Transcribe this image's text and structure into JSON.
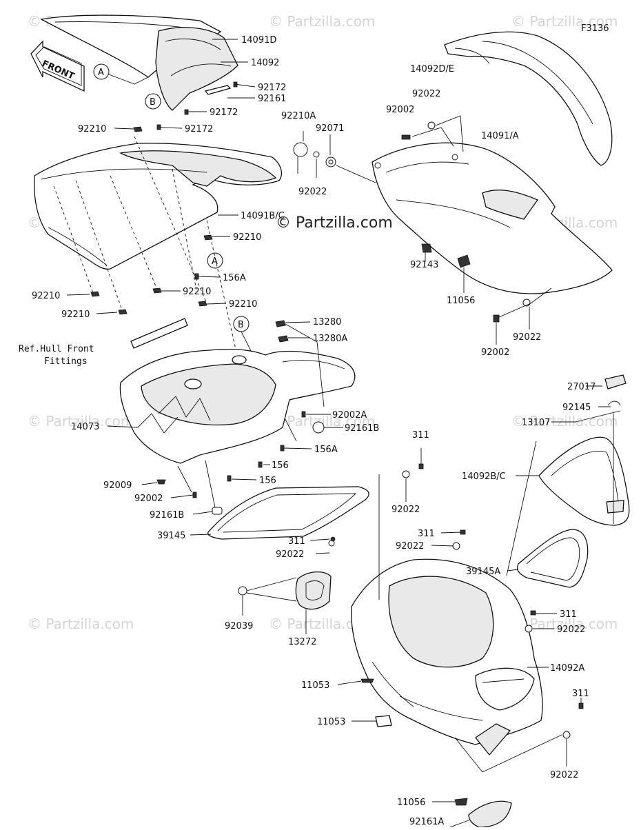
{
  "diagram_code": "F3136",
  "watermarks": {
    "site": "© Partzilla.com",
    "center": "© Partzilla.com"
  },
  "front_arrow": "FRONT",
  "callouts": {
    "a": "A",
    "b": "B"
  },
  "note": {
    "line1": "Ref.Hull Front",
    "line2": "Fittings"
  },
  "parts": {
    "p14091D": "14091D",
    "p14092": "14092",
    "p92172_a": "92172",
    "p92161": "92161",
    "p92172_b": "92172",
    "p92172_c": "92172",
    "p92210_top": "92210",
    "p14091BC": "14091B/C",
    "p92210_r": "92210",
    "p156A_a": "156A",
    "p92210_l1": "92210",
    "p92210_m": "92210",
    "p92210_l2": "92210",
    "p92210_m2": "92210",
    "p92210A": "92210A",
    "p92071": "92071",
    "p92022_a": "92022",
    "p92002_a": "92002",
    "p92022_b": "92022",
    "p14092DE": "14092D/E",
    "p14091A": "14091/A",
    "p92143": "92143",
    "p11056_a": "11056",
    "p92002_b": "92002",
    "p92022_c": "92022",
    "p13280": "13280",
    "p13280A": "13280A",
    "p92002A": "92002A",
    "p92161B_a": "92161B",
    "p156A_b": "156A",
    "p156_a": "156",
    "p156_b": "156",
    "p14073": "14073",
    "p92009": "92009",
    "p92002_c": "92002",
    "p92161B_b": "92161B",
    "p39145": "39145",
    "p311_a": "311",
    "p92022_d": "92022",
    "p311_b": "311",
    "p92022_e": "92022",
    "p311_c": "311",
    "p92022_f": "92022",
    "p92039": "92039",
    "p13272": "13272",
    "p27017": "27017",
    "p92145": "92145",
    "p13107": "13107",
    "p14092BC": "14092B/C",
    "p39145A": "39145A",
    "p311_d": "311",
    "p92022_g": "92022",
    "p14092A": "14092A",
    "p11053_a": "11053",
    "p11053_b": "11053",
    "p311_e": "311",
    "p92022_h": "92022",
    "p11056_b": "11056",
    "p92161A": "92161A"
  }
}
